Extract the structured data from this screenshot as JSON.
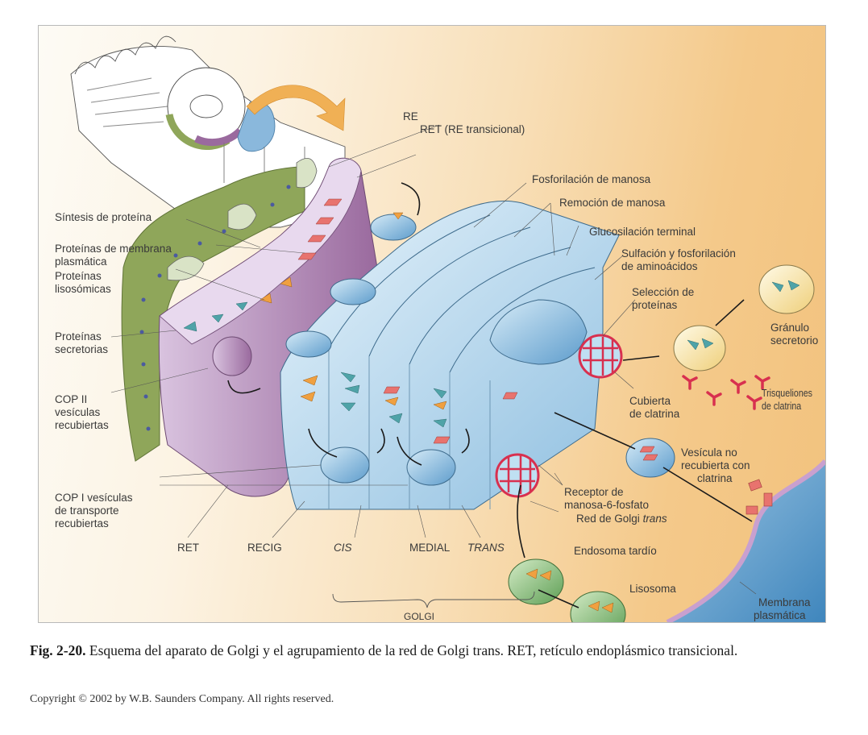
{
  "figure": {
    "labels": {
      "re": "RE",
      "ret_transitional": "RET (RE transicional)",
      "protein_synthesis": "Síntesis de proteína",
      "plasma_membrane_proteins": [
        "Proteínas de membrana",
        "plasmática"
      ],
      "lysosomal_proteins": [
        "Proteínas",
        "lisosómicas"
      ],
      "secretory_proteins": [
        "Proteínas",
        "secretorias"
      ],
      "cop2_vesicles": [
        "COP II",
        "vesículas",
        "recubiertas"
      ],
      "cop1_vesicles": [
        "COP I vesículas",
        "de transporte",
        "recubiertas"
      ],
      "ret": "RET",
      "recig": "RECIG",
      "cis": "CIS",
      "medial": "MEDIAL",
      "trans": "TRANS",
      "golgi": "GOLGI",
      "mannose_phosphorylation": "Fosforilación de manosa",
      "mannose_removal": "Remoción de manosa",
      "terminal_glycosylation": "Glucosilación terminal",
      "sulfation": [
        "Sulfación y fosforilación",
        "de aminoácidos"
      ],
      "protein_selection": [
        "Selección de",
        "proteínas"
      ],
      "secretory_granule": [
        "Gránulo",
        "secretorio"
      ],
      "clathrin_coat": [
        "Cubierta",
        "de clatrina"
      ],
      "clathrin_triskelions": [
        "Trisqueliones",
        "de clatrina"
      ],
      "uncoated_vesicle": [
        "Vesícula no",
        "recubierta con",
        "clatrina"
      ],
      "m6p_receptor": [
        "Receptor de",
        "manosa-6-fosfato"
      ],
      "trans_golgi_network_prefix": "Red de Golgi ",
      "trans_golgi_network_italic": "trans",
      "late_endosome": "Endosoma tardío",
      "lysosome": "Lisosoma",
      "plasma_membrane": [
        "Membrana",
        "plasmática"
      ]
    },
    "colors": {
      "golgi_blue": "#bfe0f2",
      "golgi_blue_dark": "#7fb3d6",
      "ret_lilac": "#e3d4ea",
      "ret_purple": "#9a6a9e",
      "re_green": "#8fa65a",
      "clathrin_red": "#d8304f",
      "cargo_orange": "#f0a040",
      "cargo_teal": "#4fa3a8",
      "cargo_pink": "#e8736e",
      "endosome_green": "#7db56f",
      "granule_yellow": "#f3e2a0",
      "cytoplasm_orange": "#f2c27d",
      "extracellular_blue": "#5b9cc9"
    }
  },
  "caption": {
    "fig_number": "Fig. 2-20.",
    "text": " Esquema del aparato de Golgi y el agrupamiento de la red de Golgi trans. RET, retículo endoplásmico transicional."
  },
  "copyright": "Copyright © 2002 by W.B. Saunders Company. All rights reserved."
}
